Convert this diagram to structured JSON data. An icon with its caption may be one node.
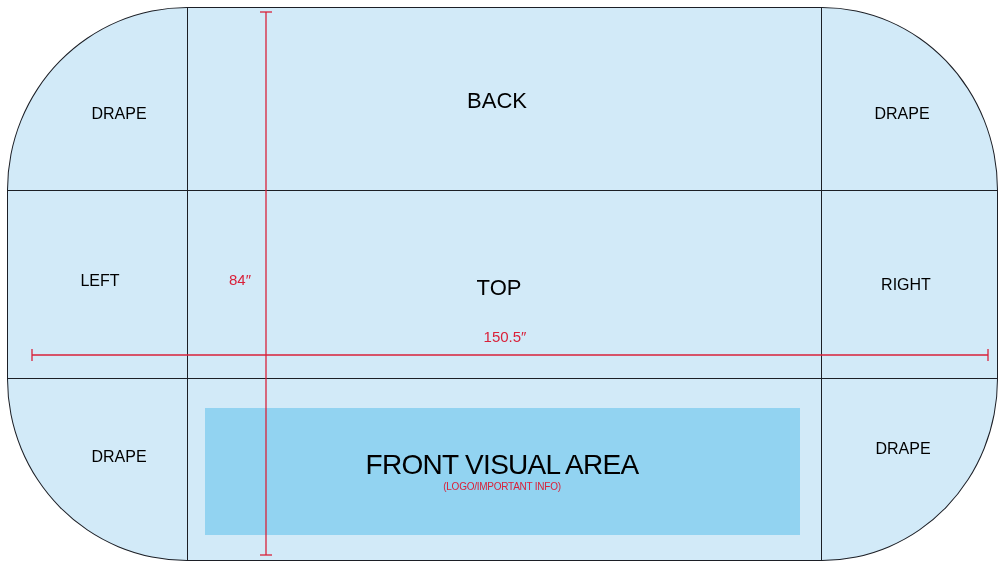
{
  "diagram": {
    "nodes": [
      {
        "text": [
          "DRAPE"
        ]
      },
      {
        "text": [
          "BACK"
        ]
      },
      {
        "text": [
          "DRAPE"
        ]
      },
      {
        "text": [
          "LEFT"
        ]
      },
      {
        "text": [
          "TOP"
        ]
      },
      {
        "text": [
          "RIGHT"
        ]
      },
      {
        "text": [
          "DRAPE"
        ]
      },
      {
        "text": [],
        "shape": "box"
      },
      {
        "text": [
          "FRONT VISUAL AREA",
          "(LOGO/IMPORTANT INFO)"
        ],
        "in": 7
      },
      {
        "text": [
          "DRAPE"
        ]
      }
    ],
    "labels": [
      "84″",
      "150.5″"
    ]
  }
}
